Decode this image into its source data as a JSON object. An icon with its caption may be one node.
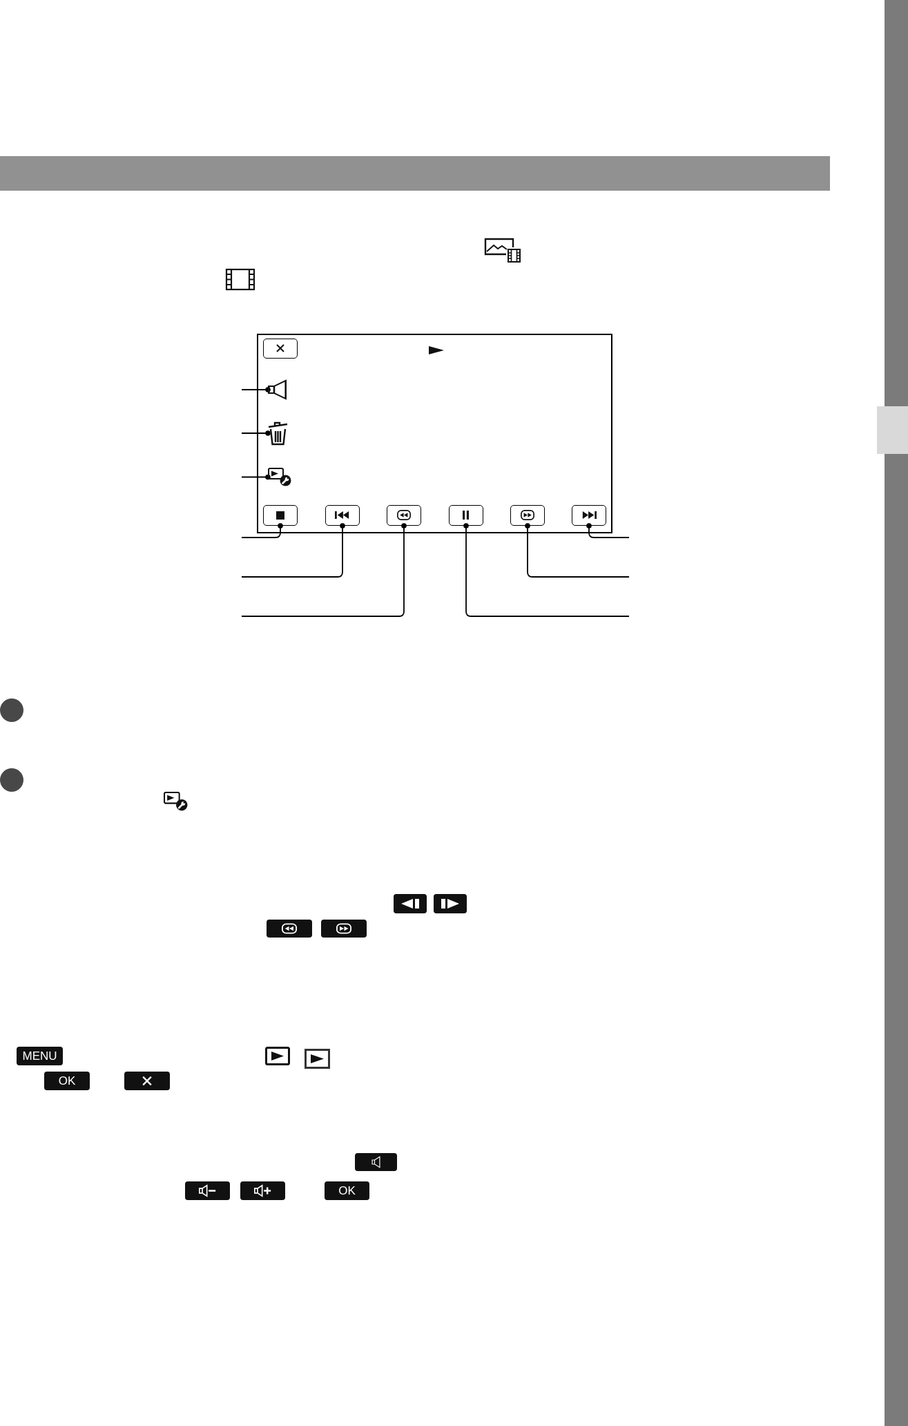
{
  "diagram": {
    "nodes": [
      {
        "text": [],
        "shape": "box"
      },
      {
        "text": [],
        "shape": "box",
        "in": 0
      },
      {
        "text": [],
        "shape": "picture",
        "in": 0
      },
      {
        "text": [],
        "shape": "picture",
        "in": 0
      },
      {
        "text": [],
        "shape": "picture",
        "in": 0
      },
      {
        "text": [],
        "shape": "box",
        "in": 0
      },
      {
        "text": [],
        "shape": "box",
        "in": 0
      },
      {
        "text": [],
        "shape": "box",
        "in": 0
      },
      {
        "text": [],
        "shape": "box",
        "in": 0
      },
      {
        "text": [],
        "shape": "box",
        "in": 0
      },
      {
        "text": [],
        "shape": "box",
        "in": 0
      },
      {
        "text": [
          "MENU"
        ]
      },
      {
        "text": [
          "OK"
        ]
      },
      {
        "text": [
          "OK"
        ]
      }
    ],
    "edges": [
      {
        "from": null,
        "to": 2,
        "arrow": "other"
      },
      {
        "from": null,
        "to": 3,
        "arrow": "other"
      },
      {
        "from": null,
        "to": 4,
        "arrow": "other"
      },
      {
        "from": null,
        "to": 5,
        "arrow": "other"
      },
      {
        "from": null,
        "to": 6,
        "arrow": "other"
      },
      {
        "from": null,
        "to": 7,
        "arrow": "other"
      },
      {
        "from": null,
        "to": 8,
        "arrow": "other"
      },
      {
        "from": null,
        "to": 9,
        "arrow": "other"
      },
      {
        "from": null,
        "to": 10,
        "arrow": "other"
      }
    ]
  }
}
